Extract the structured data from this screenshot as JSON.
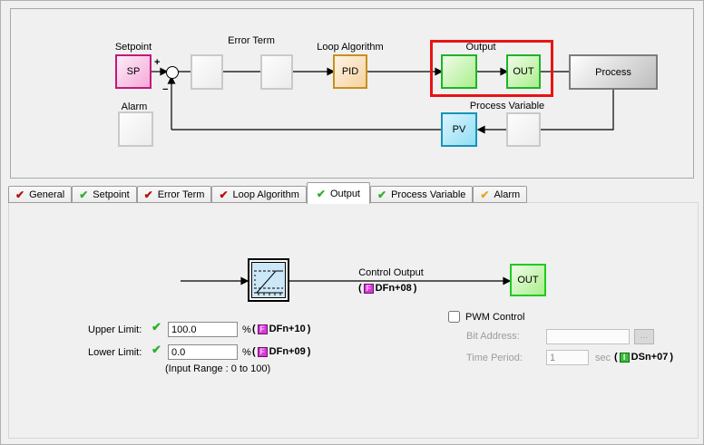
{
  "glyphs": {
    "check": "✔",
    "plus": "+",
    "minus": "−"
  },
  "colors": {
    "red_check": "#b40f0f",
    "green_check": "#2eaf2e",
    "yellow_check": "#e3a81c",
    "highlight_red": "#e81414",
    "float_icon": "#d63ad6",
    "int_icon": "#3dbb3d"
  },
  "punct": {
    "open": "(",
    "close": ")"
  },
  "diagram": {
    "setpoint_label": "Setpoint",
    "sp_block": "SP",
    "error_term_label": "Error Term",
    "loop_algorithm_label": "Loop Algorithm",
    "pid_block": "PID",
    "output_label": "Output",
    "out_block": "OUT",
    "process_block": "Process",
    "process_variable_label": "Process Variable",
    "pv_block": "PV",
    "alarm_label": "Alarm"
  },
  "tabs": [
    {
      "label": "General",
      "check_color": "#b40f0f",
      "active": false
    },
    {
      "label": "Setpoint",
      "check_color": "#2eaf2e",
      "active": false
    },
    {
      "label": "Error Term",
      "check_color": "#b40f0f",
      "active": false
    },
    {
      "label": "Loop Algorithm",
      "check_color": "#b40f0f",
      "active": false
    },
    {
      "label": "Output",
      "check_color": "#2eaf2e",
      "active": true
    },
    {
      "label": "Process Variable",
      "check_color": "#2eaf2e",
      "active": false
    },
    {
      "label": "Alarm",
      "check_color": "#e3a81c",
      "active": false
    }
  ],
  "output_tab": {
    "control_output_label": "Control Output",
    "control_output_address": "DFn+08",
    "out_block": "OUT",
    "float_icon_letter": "F",
    "int_icon_letter": "I",
    "upper_limit_label": "Upper Limit:",
    "upper_limit_value": "100.0",
    "upper_limit_unit": "%",
    "upper_limit_address": "DFn+10",
    "lower_limit_label": "Lower Limit:",
    "lower_limit_value": "0.0",
    "lower_limit_unit": "%",
    "lower_limit_address": "DFn+09",
    "input_range_note": "(Input Range : 0 to 100)",
    "pwm_label": "PWM Control",
    "bit_address_label": "Bit Address:",
    "bit_address_value": "",
    "browse_button": "...",
    "time_period_label": "Time Period:",
    "time_period_value": "1",
    "time_period_unit": "sec",
    "time_period_address": "DSn+07"
  }
}
